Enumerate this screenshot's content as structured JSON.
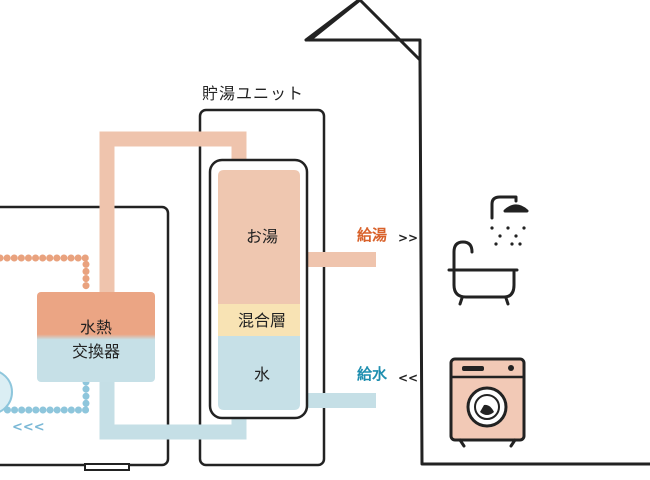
{
  "storage_unit": {
    "title": "貯湯ユニット"
  },
  "tank": {
    "hot_layer": "お湯",
    "mix_layer": "混合層",
    "water_layer": "水"
  },
  "heat_exchanger": {
    "line1": "水熱",
    "line2": "交換器"
  },
  "supply": {
    "hot": {
      "label": "給湯",
      "arrow": ">>"
    },
    "cold": {
      "label": "給水",
      "arrow": "<<"
    }
  },
  "outdoor_unit": {
    "arrow": "<<<"
  },
  "icons": [
    "bathtub-shower-icon",
    "washing-machine-icon"
  ],
  "colors": {
    "hot_pipe": "#efc4ad",
    "hot_layer": "#efc7b0",
    "mix_layer": "#f8e3b4",
    "cold_pipe": "#c5dfe6",
    "heat_exchanger_top": "#eba584",
    "heat_exchanger_bottom": "#c6e0e7",
    "supply_hot_text": "#d9622b",
    "supply_cold_text": "#1f8fb0",
    "refrigerant_dots_hot": "#e9a27e",
    "refrigerant_dots_cold": "#8ec6dc",
    "washer_body": "#f2c9b6",
    "outline": "#222222"
  }
}
